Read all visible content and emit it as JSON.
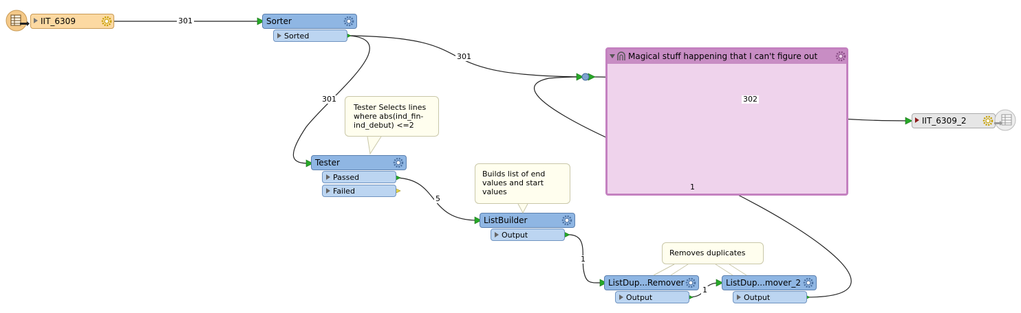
{
  "reader": {
    "name": "IIT_6309"
  },
  "writer": {
    "name": "IIT_6309_2"
  },
  "transformers": {
    "sorter": {
      "name": "Sorter",
      "ports": [
        "Sorted"
      ]
    },
    "tester": {
      "name": "Tester",
      "ports": [
        "Passed",
        "Failed"
      ]
    },
    "listbuilder": {
      "name": "ListBuilder",
      "ports": [
        "Output"
      ]
    },
    "dupremover1": {
      "name": "ListDup...Remover",
      "ports": [
        "Output"
      ]
    },
    "dupremover2": {
      "name": "ListDup...mover_2",
      "ports": [
        "Output"
      ]
    }
  },
  "bookmark": {
    "title": "Magical stuff happening that I can't figure out"
  },
  "annotations": {
    "tester_note": [
      "Tester Selects lines",
      "where abs(ind_fin-",
      "ind_debut) <=2"
    ],
    "listbuilder_note": [
      "Builds list of end",
      "values and start",
      "values"
    ],
    "dupremover_note": "Removes duplicates"
  },
  "connection_counts": {
    "reader_to_sorter": "301",
    "sorter_to_junction": "301",
    "sorter_to_tester": "301",
    "junction_to_writer": "302",
    "tester_to_listbuilder": "5",
    "listbuilder_to_dupremover": "1",
    "dupremover_to_dupremover2": "1",
    "dupremover2_to_junction": "1"
  },
  "colors": {
    "transformer": "#8fb6e3",
    "port": "#bcd5f1",
    "reader": "#fcd9a2",
    "writer": "#e6e6e6",
    "bookmark": "#efd3ec",
    "bookmark_header": "#c88dc4",
    "connector_green": "#27a827",
    "failed_yellow": "#e5d44a",
    "annotation": "#fffeee"
  }
}
